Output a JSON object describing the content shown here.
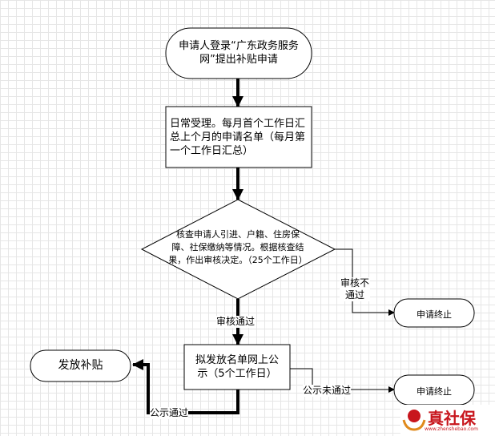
{
  "nodes": {
    "start": "申请人登录“广东政务服务网”提出补贴申请",
    "accept": "日常受理。每月首个工作日汇总上个月的申请名单（每月第一个工作日汇总）",
    "review": "核查申请人引进、户籍、住房保障、社保缴纳等情况。根据核查结果，作出审核决定。（25个工作日）",
    "publicity": "拟发放名单网上公示（5个工作日）",
    "end1": "申请终止",
    "end2": "申请终止",
    "grant": "发放补贴"
  },
  "edges": {
    "reject": "审核不通过",
    "pass": "审核通过",
    "pub_fail": "公示未通过",
    "pub_pass": "公示通过"
  },
  "logo": {
    "name": "真社保",
    "url": "www.zhenshebao.com",
    "color": "#c8161d"
  }
}
